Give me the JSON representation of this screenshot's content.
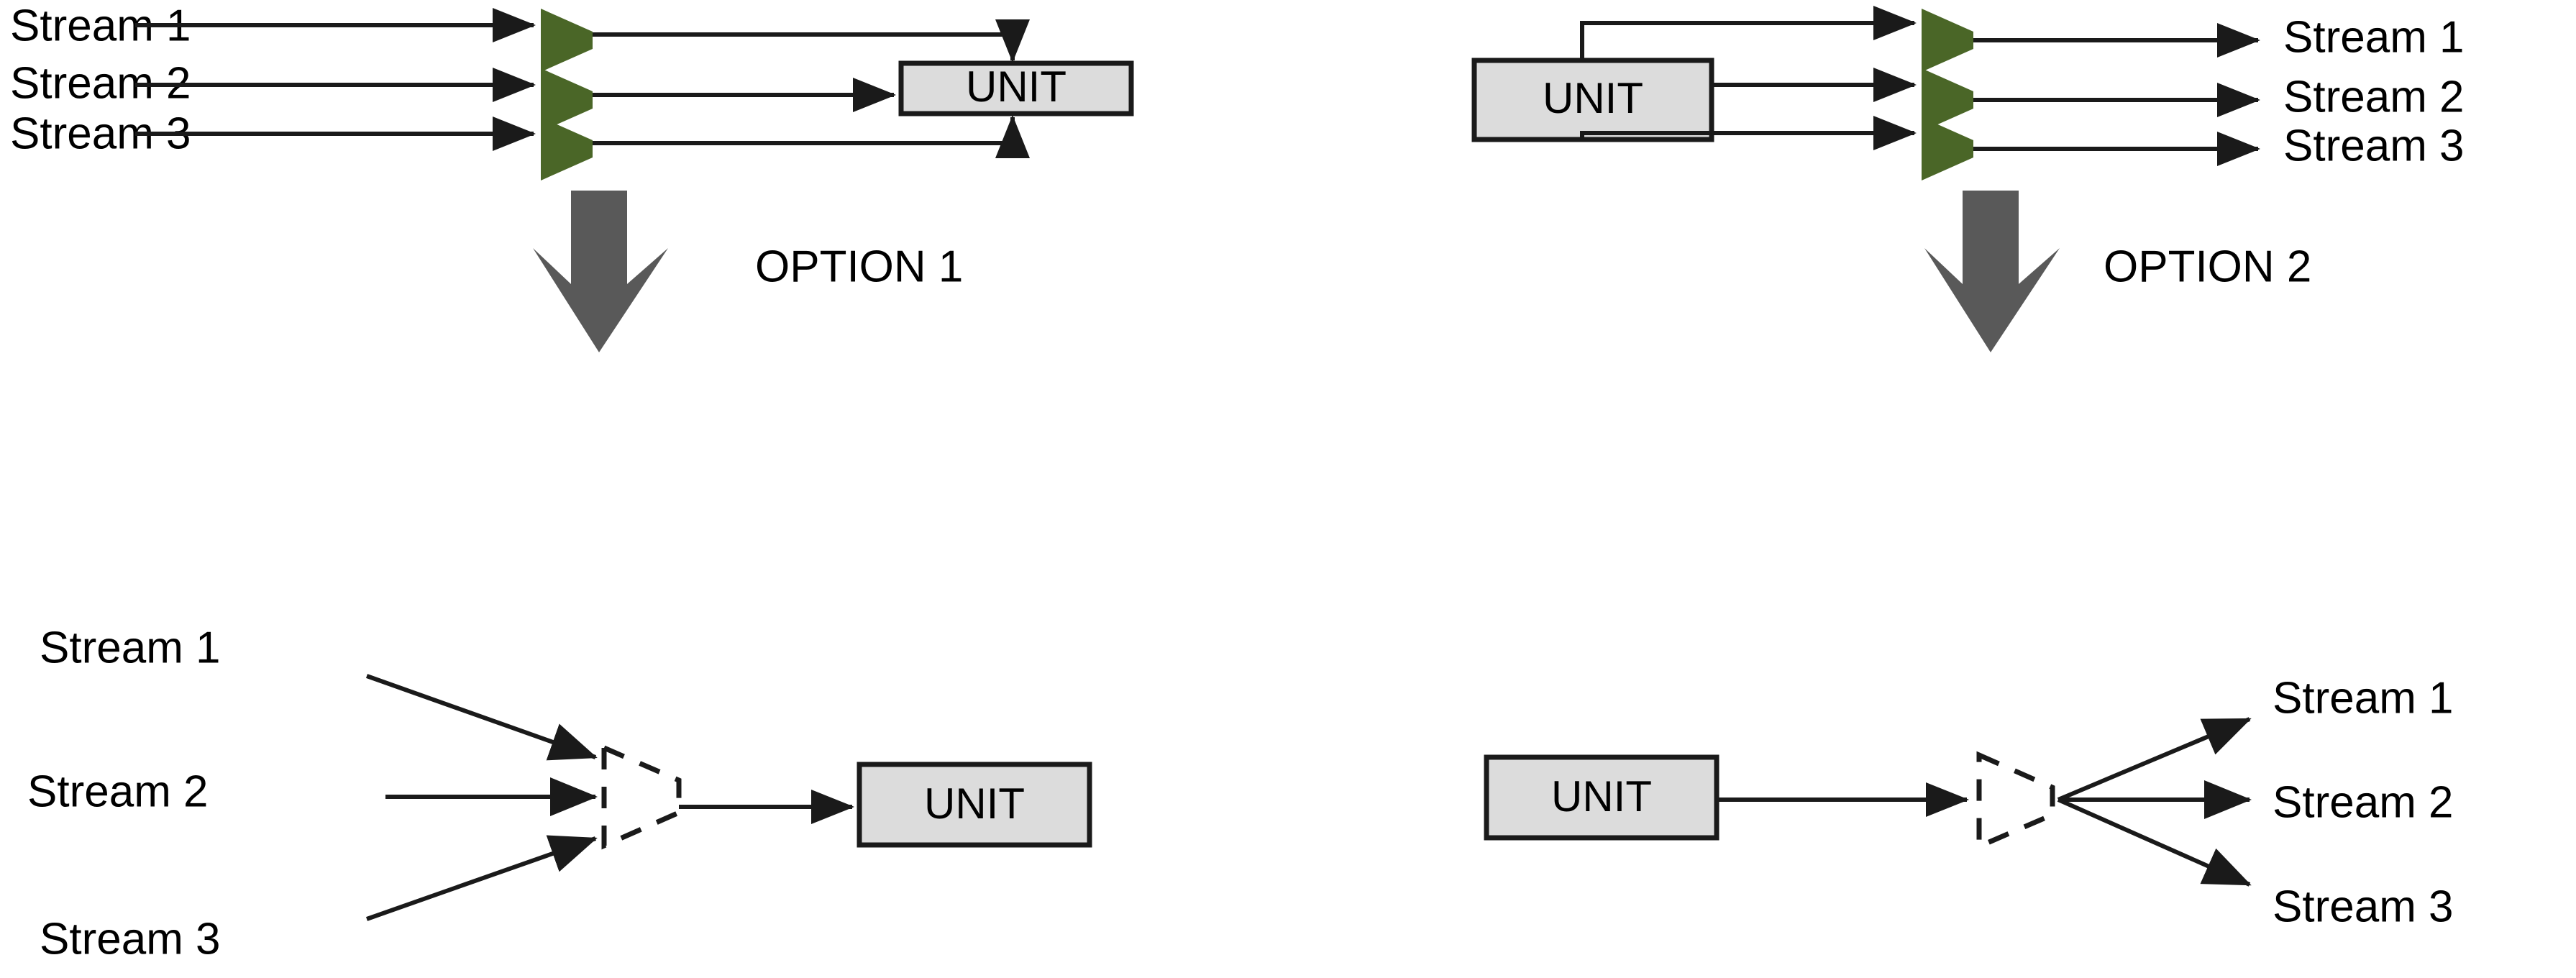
{
  "figure": {
    "title": "Stream mixing and splitting unit representation options",
    "colors": {
      "mixer_green": "#4a6627",
      "unit_fill": "#dcdcdc",
      "unit_stroke": "#1a1a1a",
      "line": "#1a1a1a",
      "big_arrow_gray": "#595959",
      "background": "#ffffff"
    }
  },
  "option1": {
    "label": "OPTION 1",
    "detailed": {
      "inputs": [
        {
          "label": "Stream 1"
        },
        {
          "label": "Stream 2"
        },
        {
          "label": "Stream 3"
        }
      ],
      "mixers": [
        {
          "name": "mixer-1"
        },
        {
          "name": "mixer-2"
        },
        {
          "name": "mixer-3"
        }
      ],
      "unit": {
        "label": "UNIT"
      }
    },
    "simplified": {
      "inputs": [
        {
          "label": "Stream 1"
        },
        {
          "label": "Stream 2"
        },
        {
          "label": "Stream 3"
        }
      ],
      "mixer": {
        "name": "dashed-mixer"
      },
      "unit": {
        "label": "UNIT"
      }
    }
  },
  "option2": {
    "label": "OPTION 2",
    "detailed": {
      "unit": {
        "label": "UNIT"
      },
      "splitters": [
        {
          "name": "splitter-1"
        },
        {
          "name": "splitter-2"
        },
        {
          "name": "splitter-3"
        }
      ],
      "outputs": [
        {
          "label": "Stream 1"
        },
        {
          "label": "Stream 2"
        },
        {
          "label": "Stream 3"
        }
      ]
    },
    "simplified": {
      "unit": {
        "label": "UNIT"
      },
      "splitter": {
        "name": "dashed-splitter"
      },
      "outputs": [
        {
          "label": "Stream 1"
        },
        {
          "label": "Stream 2"
        },
        {
          "label": "Stream 3"
        }
      ]
    }
  }
}
